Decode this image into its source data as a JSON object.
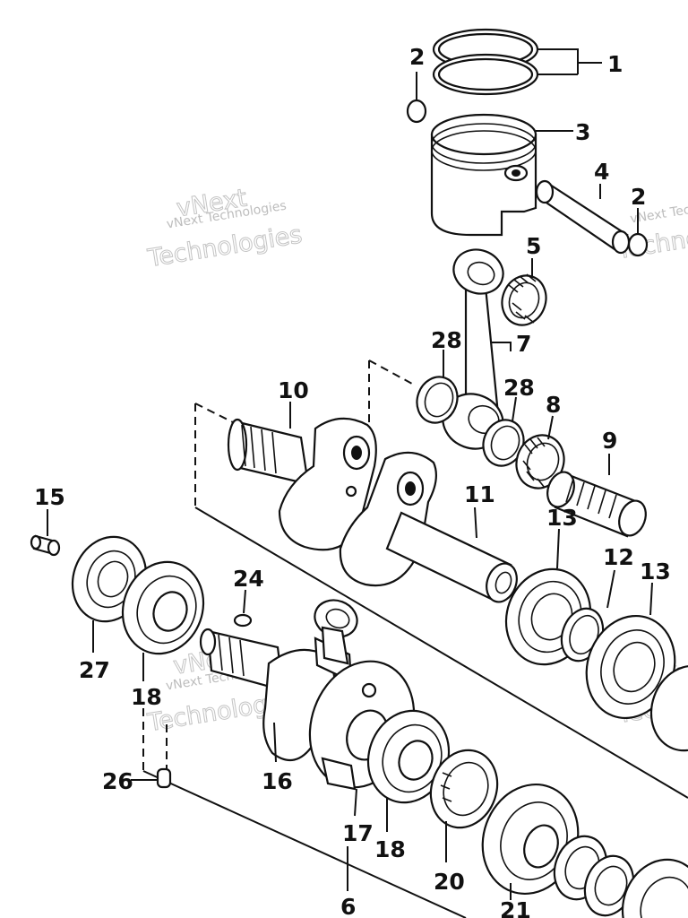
{
  "watermark": {
    "brand": "vNext Technologies",
    "word1": "vNext",
    "word2": "Technologies"
  },
  "callouts": {
    "c1": "1",
    "c2a": "2",
    "c2b": "2",
    "c3": "3",
    "c4": "4",
    "c5": "5",
    "c6": "6",
    "c7": "7",
    "c8": "8",
    "c9": "9",
    "c10": "10",
    "c11": "11",
    "c12": "12",
    "c13a": "13",
    "c13b": "13",
    "c15": "15",
    "c16": "16",
    "c17": "17",
    "c18a": "18",
    "c18b": "18",
    "c20": "20",
    "c21": "21",
    "c24": "24",
    "c26": "26",
    "c27": "27",
    "c28a": "28",
    "c28b": "28"
  }
}
